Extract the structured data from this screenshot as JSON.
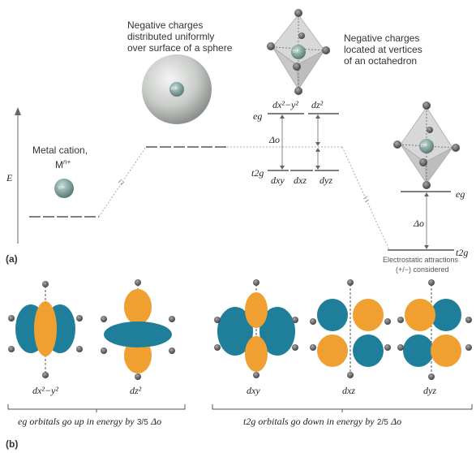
{
  "panel_a": {
    "label": "(a)",
    "axis_label": "E",
    "metal_cation_label": "Metal cation,",
    "metal_cation_formula": "M",
    "metal_cation_sup": "n+",
    "sphere_text_line1": "Negative charges",
    "sphere_text_line2": "distributed uniformly",
    "sphere_text_line3": "over surface of a sphere",
    "octa_text_line1": "Negative charges",
    "octa_text_line2": "located at vertices",
    "octa_text_line3": "of an octahedron",
    "ion_symbol": "n+",
    "eg": "eg",
    "t2g": "t2g",
    "delta_o": "Δo",
    "dx2y2": "dx²−y²",
    "dz2": "dz²",
    "dxy": "dxy",
    "dxz": "dxz",
    "dyz": "dyz",
    "electrostatic_line1": "Electrostatic attractions",
    "electrostatic_line2": "(+/−) considered"
  },
  "panel_b": {
    "label": "(b)",
    "orbitals": [
      "dx²−y²",
      "dz²",
      "dxy",
      "dxz",
      "dyz"
    ],
    "eg_caption_prefix": "eg orbitals go up in energy by",
    "eg_caption_fraction": "3/5",
    "t2g_caption_prefix": "t2g orbitals go down in energy by",
    "t2g_caption_fraction": "2/5",
    "delta": "Δo"
  },
  "colors": {
    "lobe_orange": "#f0a030",
    "lobe_teal": "#1f7f9a",
    "ligand": "#6a6a6a",
    "level_line": "#555555"
  }
}
